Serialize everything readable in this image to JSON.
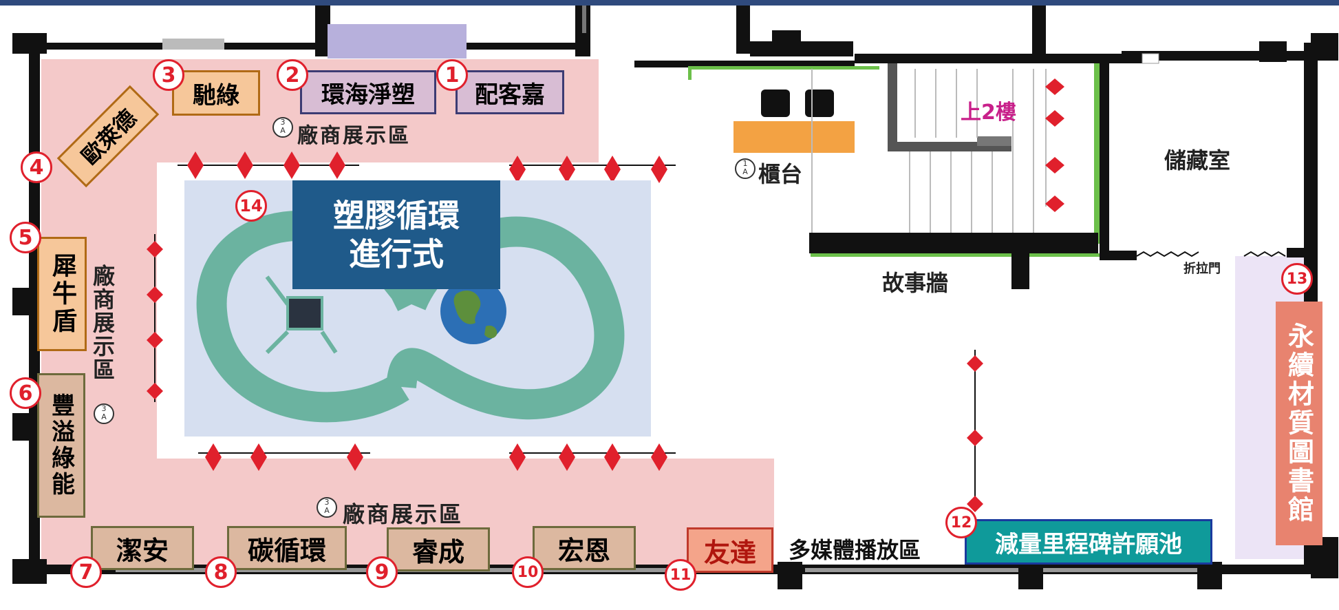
{
  "zones": {
    "zone3_label": "廠商展示區",
    "zone3_code_top": "3",
    "zone3_code_bottom": "A",
    "counter_label": "櫃台",
    "counter_code_top": "1",
    "counter_code_bottom": "A",
    "upstairs": "上2樓",
    "storage": "儲藏室",
    "story_wall": "故事牆",
    "folding_door": "折拉門",
    "multimedia": "多媒體播放區"
  },
  "exhibitors": [
    {
      "num": "1",
      "name": "配客嘉"
    },
    {
      "num": "2",
      "name": "環海淨塑"
    },
    {
      "num": "3",
      "name": "馳綠"
    },
    {
      "num": "4",
      "name": "歐萊德"
    },
    {
      "num": "5",
      "name": "犀牛盾"
    },
    {
      "num": "6",
      "name": "豐溢綠能"
    },
    {
      "num": "7",
      "name": "潔安"
    },
    {
      "num": "8",
      "name": "碳循環"
    },
    {
      "num": "9",
      "name": "睿成"
    },
    {
      "num": "10",
      "name": "宏恩"
    },
    {
      "num": "11",
      "name": "友達"
    },
    {
      "num": "12",
      "name": "減量里程碑許願池"
    },
    {
      "num": "13",
      "name": "永續材質圖書館"
    },
    {
      "num": "14",
      "name": "塑膠循環進行式"
    }
  ],
  "colors": {
    "pink_zone": "#f4c9c9",
    "orange_booth": "#f6c79a",
    "purple_booth": "#d8bdd4",
    "tan_booth": "#dcb8a0",
    "marker_red": "#e0202c",
    "loop_green": "#6bb3a0",
    "title_blue": "#1f5a8a",
    "wish_pool_teal": "#0f9a9a"
  },
  "icons": [
    "stanchion-diamond-icon",
    "globe-icon",
    "infinity-loop-icon",
    "zone-code-marker-icon"
  ]
}
